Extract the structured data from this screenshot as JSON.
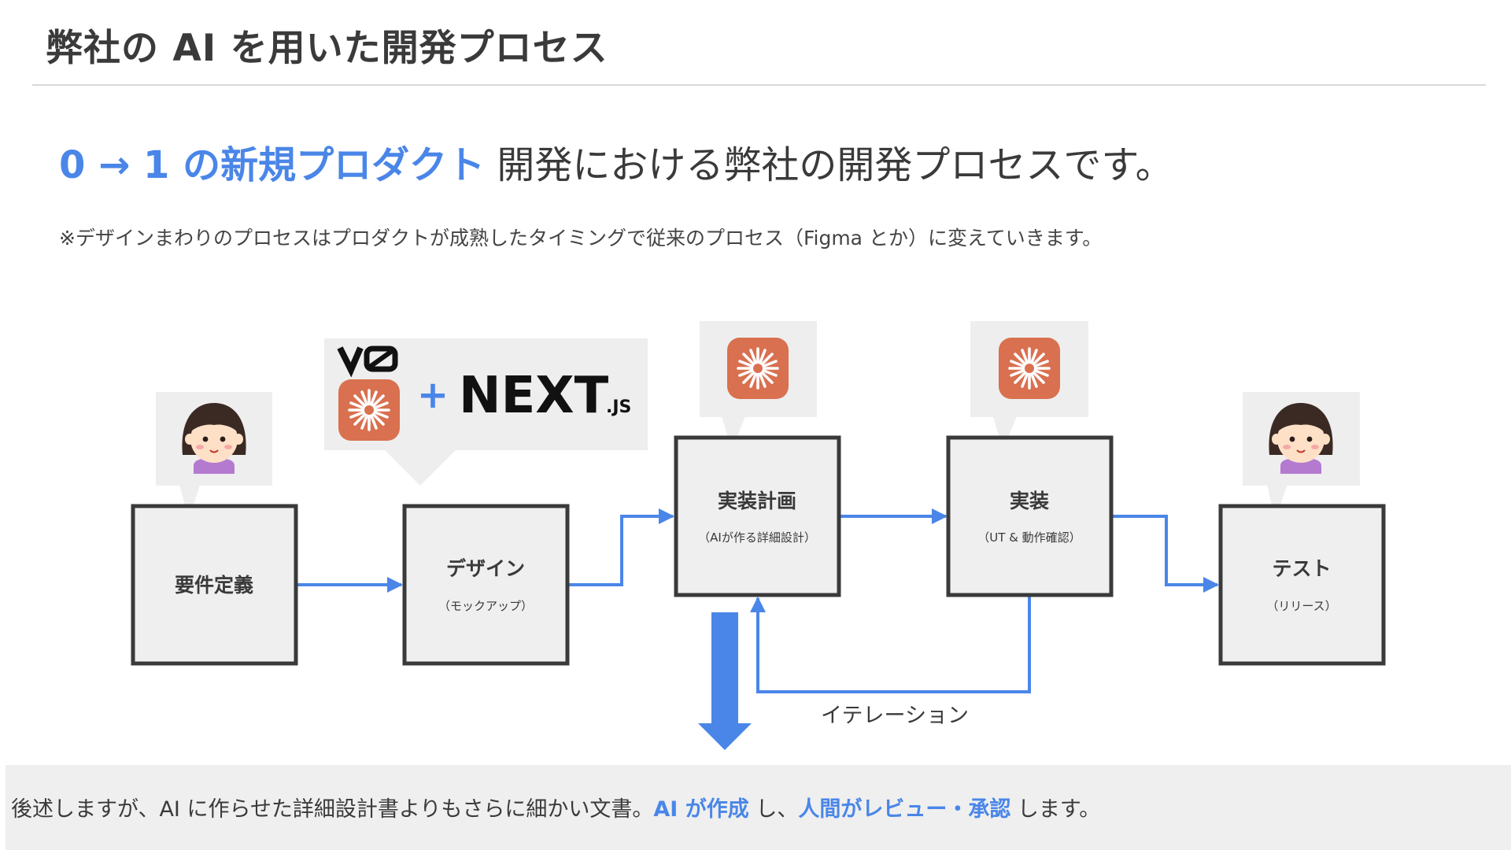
{
  "title": "弊社の AI を用いた開発プロセス",
  "headline": {
    "highlight": "0 → 1 の新規プロダクト",
    "rest": " 開発における弊社の開発プロセスです。"
  },
  "note": "※デザインまわりのプロセスはプロダクトが成熟したタイミングで従来のプロセス（Figma とか）に変えていきます。",
  "steps": [
    {
      "title": "要件定義",
      "sub": ""
    },
    {
      "title": "デザイン",
      "sub": "（モックアップ）"
    },
    {
      "title": "実装計画",
      "sub": "（AIが作る詳細設計）"
    },
    {
      "title": "実装",
      "sub": "（UT & 動作確認）"
    },
    {
      "title": "テスト",
      "sub": "（リリース）"
    }
  ],
  "logos": {
    "v0": "V0",
    "plus": "+",
    "next": "NEXT",
    "next_suffix": ".JS"
  },
  "iteration_label": "イテレーション",
  "footer": {
    "pre": "後述しますが、AI に作らせた詳細設計書よりもさらに細かい文書。",
    "hl1": "AI が作成",
    "mid": " し、",
    "hl2": "人間がレビュー・承認",
    "post": " します。"
  },
  "colors": {
    "accent": "#4a86e8",
    "box_fill": "#efefef",
    "box_border": "#3a3a3a",
    "claude": "#d9704f",
    "bubble": "#eeeeee"
  }
}
